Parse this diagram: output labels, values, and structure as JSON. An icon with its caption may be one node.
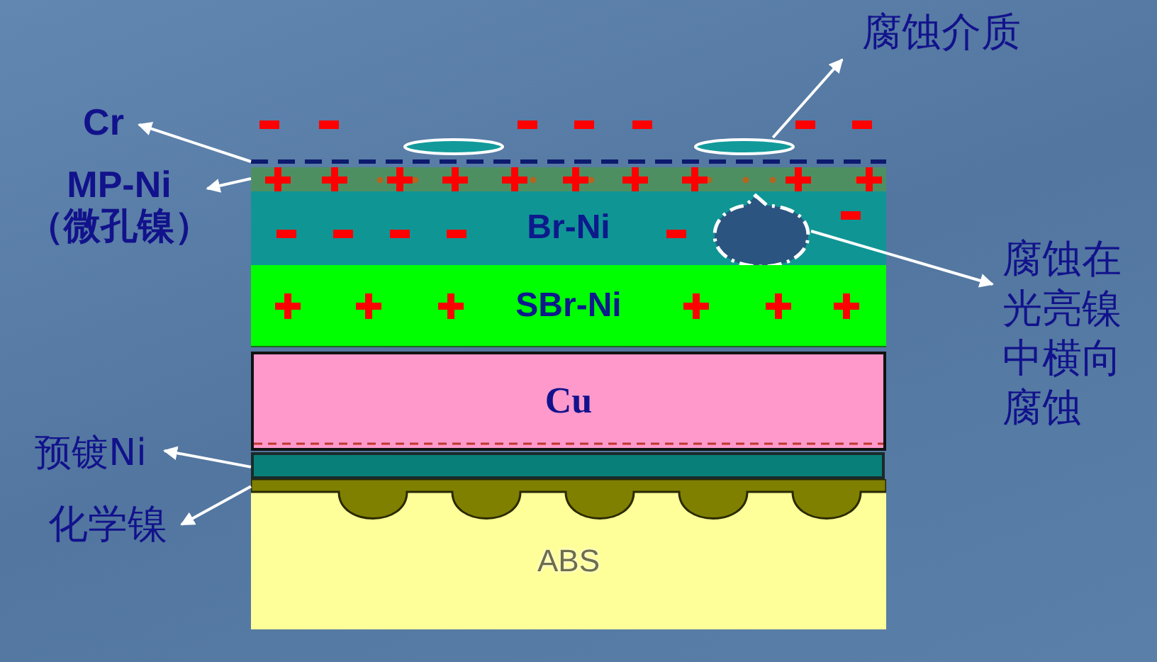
{
  "diagram": {
    "nodes": [
      {
        "text": [
          "Cr"
        ]
      },
      {
        "text": [
          "MP-Ni",
          "（微孔镍）"
        ]
      },
      {
        "text": [
          "腐蚀介质"
        ]
      },
      {
        "text": [
          "腐蚀在光亮镍中横向腐蚀"
        ]
      },
      {
        "text": [
          "预镀Ni"
        ]
      },
      {
        "text": [
          "化学镍"
        ]
      },
      {
        "text": [],
        "shape": "bar"
      },
      {
        "text": [],
        "shape": "bar"
      },
      {
        "text": [
          "Br-Ni"
        ]
      },
      {
        "text": [
          "SBr-Ni"
        ]
      },
      {
        "text": [
          "Cu"
        ]
      },
      {
        "text": [],
        "shape": "bar"
      },
      {
        "text": [],
        "shape": "bar"
      },
      {
        "text": [
          "ABS"
        ]
      },
      {
        "text": [],
        "shape": "ellipse"
      },
      {
        "text": [],
        "shape": "ellipse"
      },
      {
        "text": [],
        "shape": "circle",
        "in": 8
      }
    ],
    "edges": [
      {
        "from": 6,
        "to": 0,
        "arrow": "to"
      },
      {
        "from": 7,
        "to": 1,
        "arrow": "to"
      },
      {
        "from": 15,
        "to": 2,
        "arrow": "to"
      },
      {
        "from": 16,
        "to": 3,
        "arrow": "to"
      },
      {
        "from": 11,
        "to": 4,
        "arrow": "to"
      },
      {
        "from": 12,
        "to": 5,
        "arrow": "to"
      }
    ]
  }
}
